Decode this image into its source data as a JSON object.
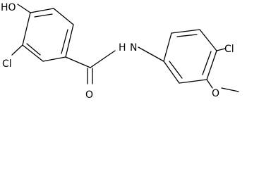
{
  "molecule": {
    "atom_labels": {
      "hydroxyl": "HO",
      "chloro_left": "Cl",
      "carbonyl_oxygen": "O",
      "amide_nitrogen": "N",
      "amide_hydrogen": "H",
      "chloro_right": "Cl",
      "methoxy_oxygen": "O"
    }
  }
}
